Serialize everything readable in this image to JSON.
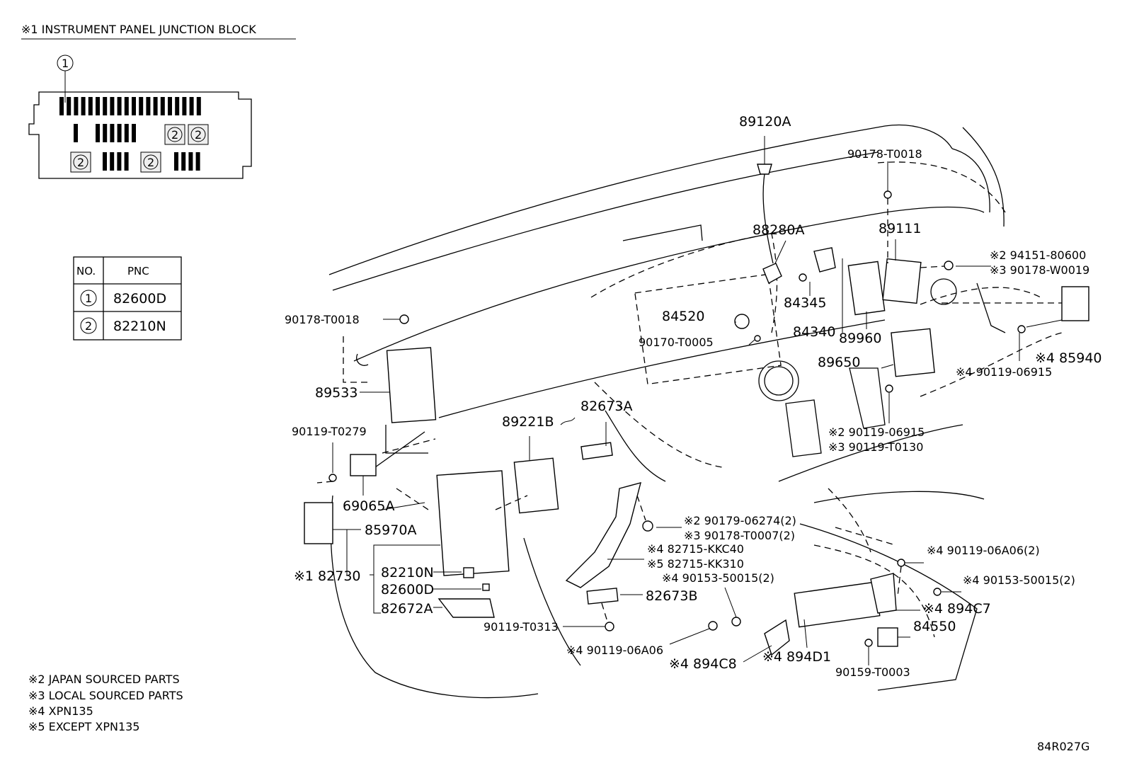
{
  "header": {
    "title": "※1 INSTRUMENT PANEL JUNCTION BLOCK"
  },
  "inset": {
    "callout": "1",
    "slot_label": "2"
  },
  "pnc_table": {
    "headers": [
      "NO.",
      "PNC"
    ],
    "rows": [
      {
        "no": "1",
        "pnc": "82600D"
      },
      {
        "no": "2",
        "pnc": "82210N"
      }
    ]
  },
  "labels": {
    "p89120A": "89120A",
    "p90178_T0018_top": "90178-T0018",
    "p88280A": "88280A",
    "p89111": "89111",
    "p94151": "※2 94151-80600",
    "p90178_W0019": "※3 90178-W0019",
    "p90178_T0018_left": "90178-T0018",
    "p84520": "84520",
    "p84345": "84345",
    "p90170": "90170-T0005",
    "p84340": "84340",
    "p89960": "89960",
    "p85940": "※4 85940",
    "p89650": "89650",
    "p90119_06915_r": "※4 90119-06915",
    "p89533": "89533",
    "p82673A": "82673A",
    "p89221B": "89221B",
    "p90119_06915": "※2 90119-06915",
    "p90119_T0130": "※3 90119-T0130",
    "p90119_T0279": "90119-T0279",
    "p69065A": "69065A",
    "p90179_06274": "※2 90179-06274(2)",
    "p90178_T0007": "※3 90178-T0007(2)",
    "p85970A": "85970A",
    "p82715_KKC40": "※4 82715-KKC40",
    "p82715_KK310": "※5 82715-KK310",
    "p90119_06A06_2": "※4 90119-06A06(2)",
    "p82730": "※1 82730",
    "p82210N": "82210N",
    "p90153_50015_a": "※4 90153-50015(2)",
    "p90153_50015_b": "※4 90153-50015(2)",
    "p82600D": "82600D",
    "p82673B": "82673B",
    "p894C7": "※4 894C7",
    "p82672A": "82672A",
    "p90119_T0313": "90119-T0313",
    "p84550": "84550",
    "p90119_06A06": "※4 90119-06A06",
    "p894D1": "※4 894D1",
    "p894C8": "※4 894C8",
    "p90159_T0003": "90159-T0003"
  },
  "notes": [
    "※2 JAPAN SOURCED PARTS",
    "※3 LOCAL SOURCED PARTS",
    "※4 XPN135",
    "※5 EXCEPT XPN135"
  ],
  "footer": {
    "code": "84R027G"
  }
}
